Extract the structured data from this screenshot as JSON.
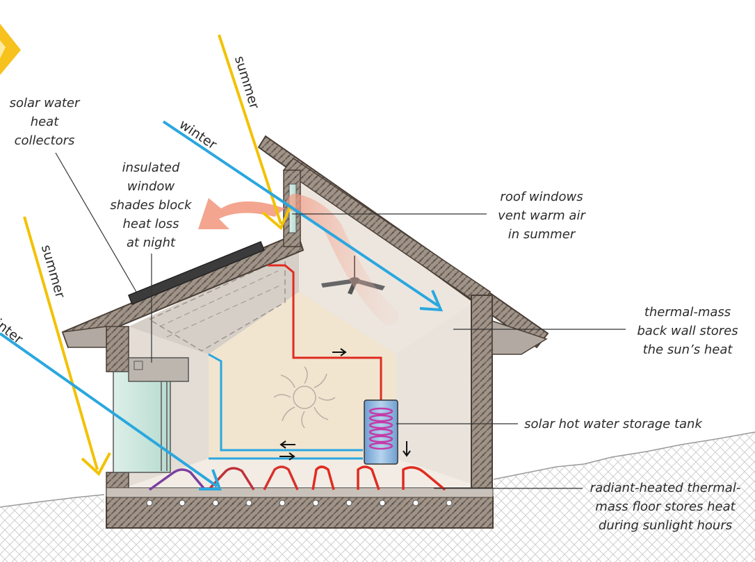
{
  "labels": {
    "collectors": [
      "solar water",
      "heat",
      "collectors"
    ],
    "shades": [
      "insulated",
      "window",
      "shades block",
      "heat loss",
      "at night"
    ],
    "roof_windows": [
      "roof windows",
      "vent warm air",
      "in summer"
    ],
    "back_wall": [
      "thermal-mass",
      "back wall stores",
      "the sun’s heat"
    ],
    "tank": [
      "solar hot water storage tank"
    ],
    "floor": [
      "radiant-heated thermal-",
      "mass floor stores heat",
      "during sunlight hours"
    ]
  },
  "rays": {
    "summer_upper": "summer",
    "winter_upper": "winter",
    "summer_lower": "summer",
    "winter_lower": "inter"
  },
  "colors": {
    "summer_ray": "#f2c200",
    "winter_ray": "#2aa7df",
    "hot_pipe": "#e02b20",
    "cool_pipe": "#2aa7df",
    "warm_air": "#f3a08a",
    "wall_outline": "#4a3f37",
    "wall_fill": "#9a8f86",
    "sun": "#f7c21e"
  },
  "icons": [
    "sun-icon",
    "ceiling-fan-icon",
    "sun-decoration-icon"
  ]
}
